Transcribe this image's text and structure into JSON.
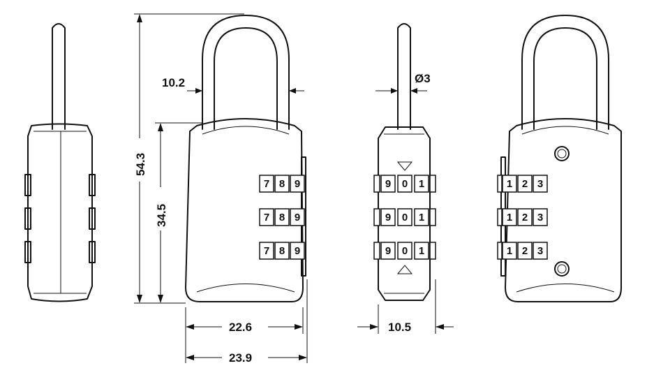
{
  "dimensions": {
    "shackle_width": "10.2",
    "total_height": "54.3",
    "body_height": "34.5",
    "body_width_inner": "22.6",
    "body_width_outer": "23.9",
    "shackle_diameter": "Ø3",
    "body_depth": "10.5"
  },
  "wheels": {
    "front": [
      "7",
      "8",
      "9"
    ],
    "side": [
      "9",
      "0",
      "1"
    ],
    "back": [
      "1",
      "2",
      "3"
    ]
  }
}
